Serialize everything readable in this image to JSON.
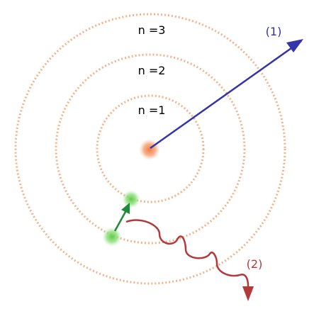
{
  "orbits": [
    {
      "label": "n =1"
    },
    {
      "label": "n =2"
    },
    {
      "label": "n =3"
    }
  ],
  "arrows": {
    "emitted": {
      "label": "(1)"
    },
    "photon": {
      "label": "(2)"
    }
  },
  "colors": {
    "orbit": "#f2b38a",
    "nucleus": "#f08a55",
    "electron": "#7ad66a",
    "transition_arrow": "#1f8a3a",
    "emitted_arrow": "#3333aa",
    "photon_wave": "#b23a3a"
  },
  "icons": {
    "nucleus": "nucleus-dot",
    "electron": "electron-dot"
  }
}
